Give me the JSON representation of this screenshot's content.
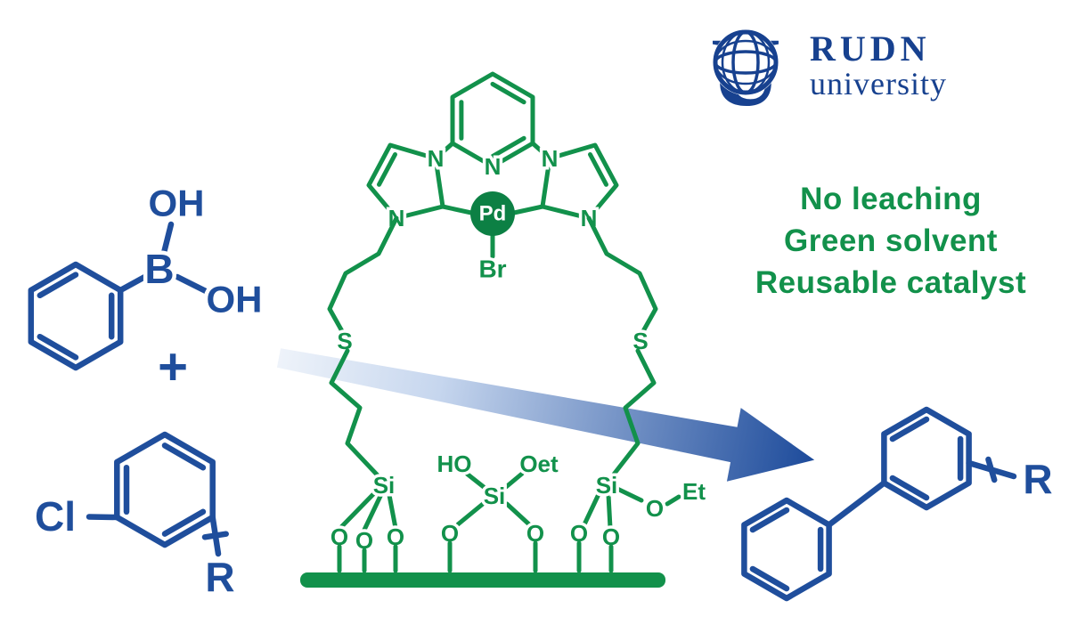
{
  "colors": {
    "blue": "#1f4e9c",
    "green": "#12914b",
    "pd_green": "#0c8044",
    "logo_blue": "#17418f",
    "arrow_dark": "#1d4b9b",
    "arrow_light": "#eef3fa"
  },
  "logo": {
    "title": "RUDN",
    "subtitle": "university"
  },
  "claims": {
    "lines": [
      "No leaching",
      "Green solvent",
      "Reusable catalyst"
    ]
  },
  "scheme": {
    "plus": "+",
    "boronic_acid": {
      "oh_top": "OH",
      "b": "B",
      "oh_side": "OH"
    },
    "aryl_chloride": {
      "cl": "Cl",
      "r": "R"
    },
    "product": {
      "r": "R"
    },
    "catalyst": {
      "n_pyridine": "N",
      "n_left_inner": "N",
      "n_right_inner": "N",
      "n_left_outer": "N",
      "n_right_outer": "N",
      "pd": "Pd",
      "br": "Br",
      "s_left": "S",
      "s_right": "S",
      "si_left": "Si",
      "si_center": "Si",
      "si_right": "Si",
      "ho": "HO",
      "oet": "Oet",
      "et": "Et",
      "o_left_1": "O",
      "o_left_2": "O",
      "o_left_3": "O",
      "o_center_left": "O",
      "o_center_right": "O",
      "o_right_1": "O",
      "o_right_2": "O",
      "o_right_3": "O"
    }
  }
}
